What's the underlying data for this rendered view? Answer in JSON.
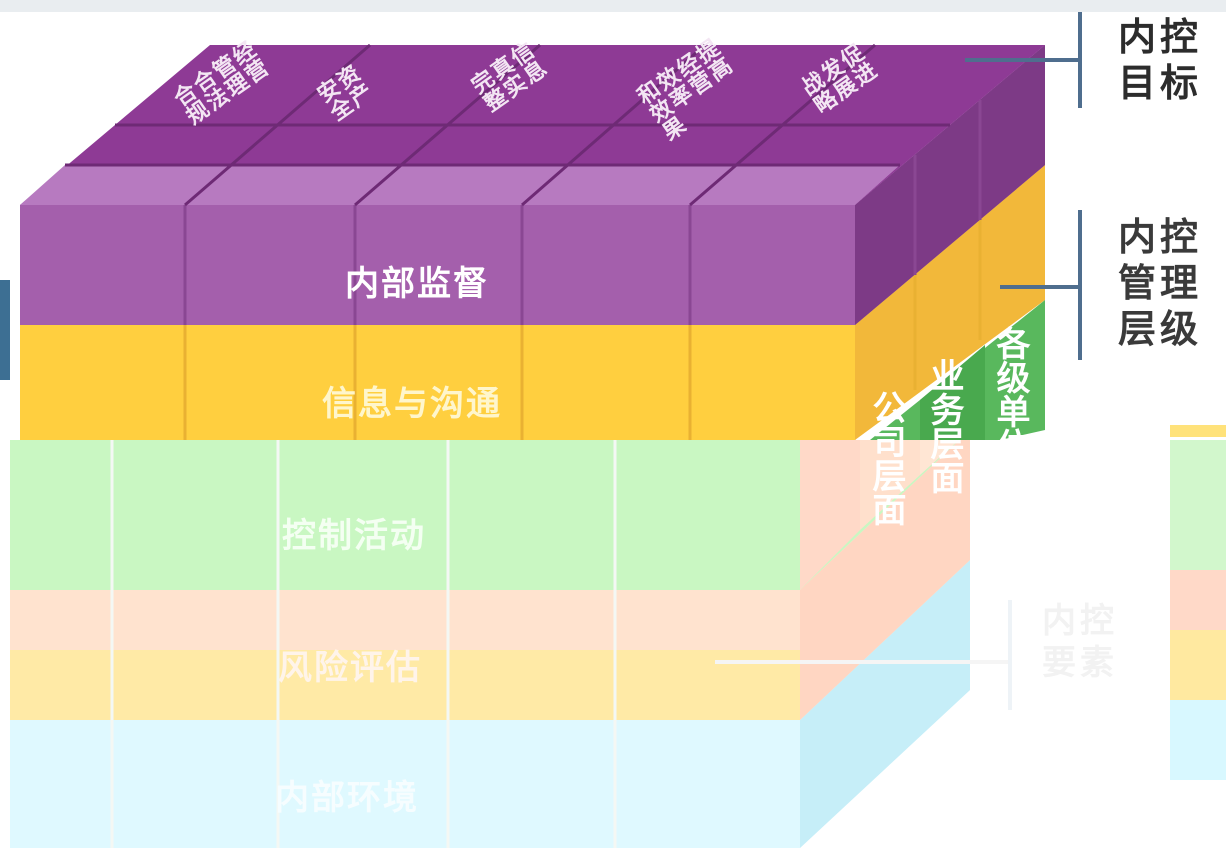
{
  "colors": {
    "purple_top": "#7d2a82",
    "purple_front": "#9b5aa6",
    "purple_side": "#6a2b72",
    "yellow_front": "#ffcf3f",
    "yellow_side": "#f0b53a",
    "green": "#58b85c",
    "green_light": "#c8f5c0",
    "peach": "#ffdcc8",
    "pale_yellow": "#ffe9a0",
    "light_cyan": "#d8f8ff",
    "bracket": "#4f6e8e"
  },
  "layers": {
    "supervision": "内部监督",
    "information": "信息与沟通",
    "control": "控制活动",
    "risk": "风险评估",
    "environment": "内部环境"
  },
  "objectives": [
    {
      "text": "经营\n管理\n合法\n合规"
    },
    {
      "text": "资产\n安全"
    },
    {
      "text": "信息\n真实\n完整"
    },
    {
      "text": "提高\n经营\n效率\n和效果"
    },
    {
      "text": "促进\n发展\n战略"
    }
  ],
  "levels": [
    "公司层面",
    "业务层面",
    "各级单位"
  ],
  "side": {
    "objectives_label": "内控\n目标",
    "levels_label": "内控\n管理\n层级",
    "elements_label": "内控\n要素"
  },
  "icons": {
    "bracket_top": "bracket-line",
    "bracket_mid": "bracket-line",
    "bracket_bottom": "bracket-line"
  }
}
